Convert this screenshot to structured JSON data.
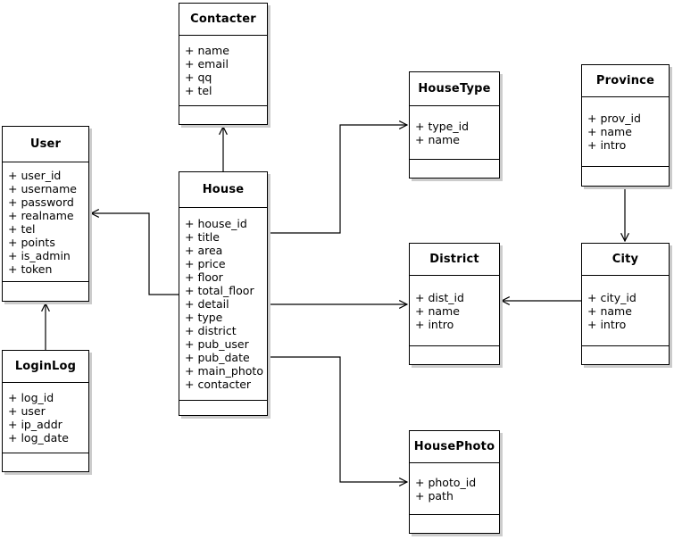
{
  "diagram": {
    "type": "uml-class-diagram",
    "colors": {
      "canvas_bg": "#ffffff",
      "box_bg": "#ffffff",
      "border": "#000000",
      "text": "#000000",
      "shadow": "#cccccc"
    },
    "entities": [
      {
        "id": "contacter",
        "name": "Contacter",
        "attributes": [
          "+ name",
          "+ email",
          "+ qq",
          "+ tel"
        ]
      },
      {
        "id": "user",
        "name": "User",
        "attributes": [
          "+ user_id",
          "+ username",
          "+ password",
          "+ realname",
          "+ tel",
          "+ points",
          "+ is_admin",
          "+ token"
        ]
      },
      {
        "id": "loginlog",
        "name": "LoginLog",
        "attributes": [
          "+ log_id",
          "+ user",
          "+ ip_addr",
          "+ log_date"
        ]
      },
      {
        "id": "house",
        "name": "House",
        "attributes": [
          "+ house_id",
          "+ title",
          "+ area",
          "+ price",
          "+ floor",
          "+ total_floor",
          "+ detail",
          "+ type",
          "+ district",
          "+ pub_user",
          "+ pub_date",
          "+ main_photo",
          "+ contacter"
        ]
      },
      {
        "id": "housetype",
        "name": "HouseType",
        "attributes": [
          "+ type_id",
          "+ name"
        ]
      },
      {
        "id": "province",
        "name": "Province",
        "attributes": [
          "+ prov_id",
          "+ name",
          "+ intro"
        ]
      },
      {
        "id": "district",
        "name": "District",
        "attributes": [
          "+ dist_id",
          "+ name",
          "+ intro"
        ]
      },
      {
        "id": "city",
        "name": "City",
        "attributes": [
          "+ city_id",
          "+ name",
          "+ intro"
        ]
      },
      {
        "id": "housephoto",
        "name": "HousePhoto",
        "attributes": [
          "+ photo_id",
          "+ path"
        ]
      }
    ],
    "relationships": [
      {
        "from": "House",
        "to": "Contacter",
        "arrow": "open"
      },
      {
        "from": "House",
        "to": "User",
        "arrow": "open"
      },
      {
        "from": "LoginLog",
        "to": "User",
        "arrow": "open"
      },
      {
        "from": "House",
        "to": "HouseType",
        "arrow": "open"
      },
      {
        "from": "House",
        "to": "District",
        "arrow": "open"
      },
      {
        "from": "House",
        "to": "HousePhoto",
        "arrow": "open"
      },
      {
        "from": "Province",
        "to": "City",
        "arrow": "open"
      },
      {
        "from": "City",
        "to": "District",
        "arrow": "open"
      }
    ]
  }
}
